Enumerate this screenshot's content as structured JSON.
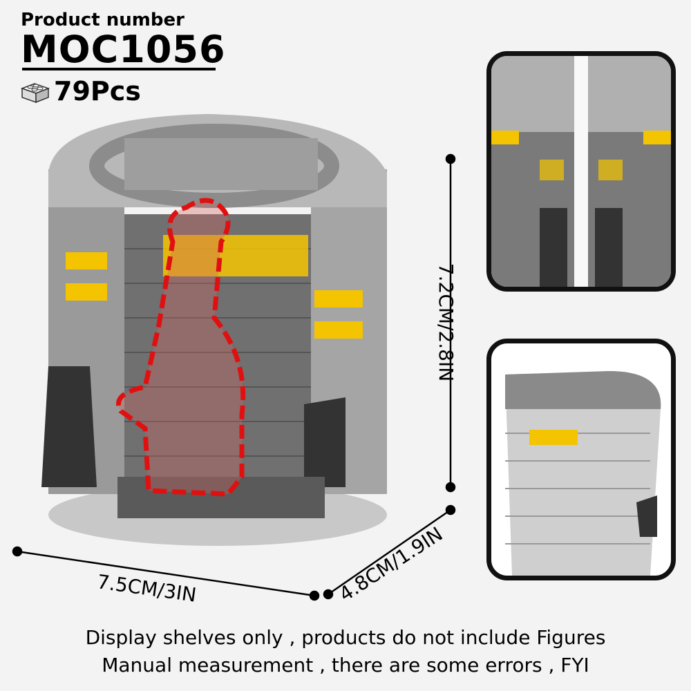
{
  "header": {
    "product_number_label": "Product number",
    "product_number": "MOC1056",
    "piece_count": "79Pcs",
    "piece_icon": "brick-icon"
  },
  "dimensions": {
    "height": "7.2CM/2.8IN",
    "width": "7.5CM/3IN",
    "depth": "4.8CM/1.9IN"
  },
  "notes": [
    "Display shelves only , products do not include Figures",
    "Manual measurement , there are some errors , FYI"
  ],
  "colors": {
    "figure_outline": "#e01010",
    "accent_yellow": "#f5c400",
    "stone_gray": "#8a8a8a",
    "dark_gray": "#3c3c3c"
  }
}
